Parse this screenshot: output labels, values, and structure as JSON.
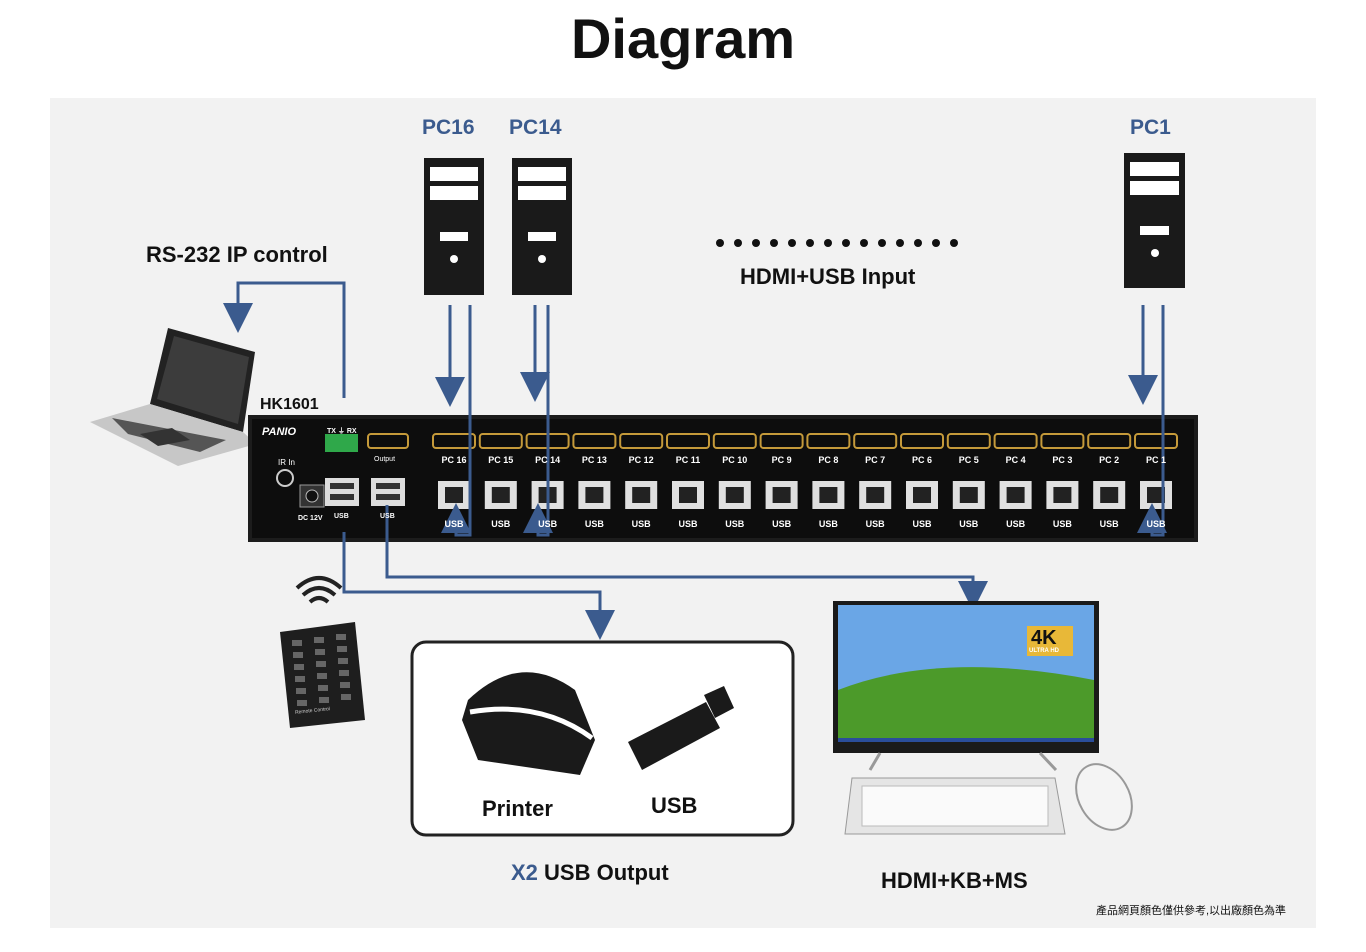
{
  "title": "Diagram",
  "pcs": {
    "pc16": "PC16",
    "pc14": "PC14",
    "pc1": "PC1"
  },
  "labels": {
    "rs232": "RS-232 IP control",
    "hdmi_usb_input": "HDMI+USB Input",
    "model": "HK1601",
    "brand": "PANIO",
    "printer": "Printer",
    "usb": "USB",
    "x2": "X2",
    "usb_output": "USB Output",
    "hdmi_kb_ms": "HDMI+KB+MS",
    "disclaimer": "產品網頁顏色僅供參考,以出廠顏色為準",
    "remote": "Remote Control",
    "monitor_badge": "4K",
    "monitor_badge_sub": "ULTRA HD"
  },
  "panel": {
    "ir_in": "IR In",
    "tx_rx": "TX ⏚ RX",
    "dc": "DC 12V",
    "usb": "USB",
    "output": "Output",
    "ports": [
      "PC 16",
      "PC 15",
      "PC 14",
      "PC 13",
      "PC 12",
      "PC 11",
      "PC 10",
      "PC 9",
      "PC 8",
      "PC 7",
      "PC 6",
      "PC 5",
      "PC 4",
      "PC 3",
      "PC 2",
      "PC 1"
    ]
  },
  "colors": {
    "arrow": "#3b5b8e",
    "device": "#1a1a1a",
    "hdmi_port": "#c59a3a",
    "terminal": "#2fa84a"
  }
}
